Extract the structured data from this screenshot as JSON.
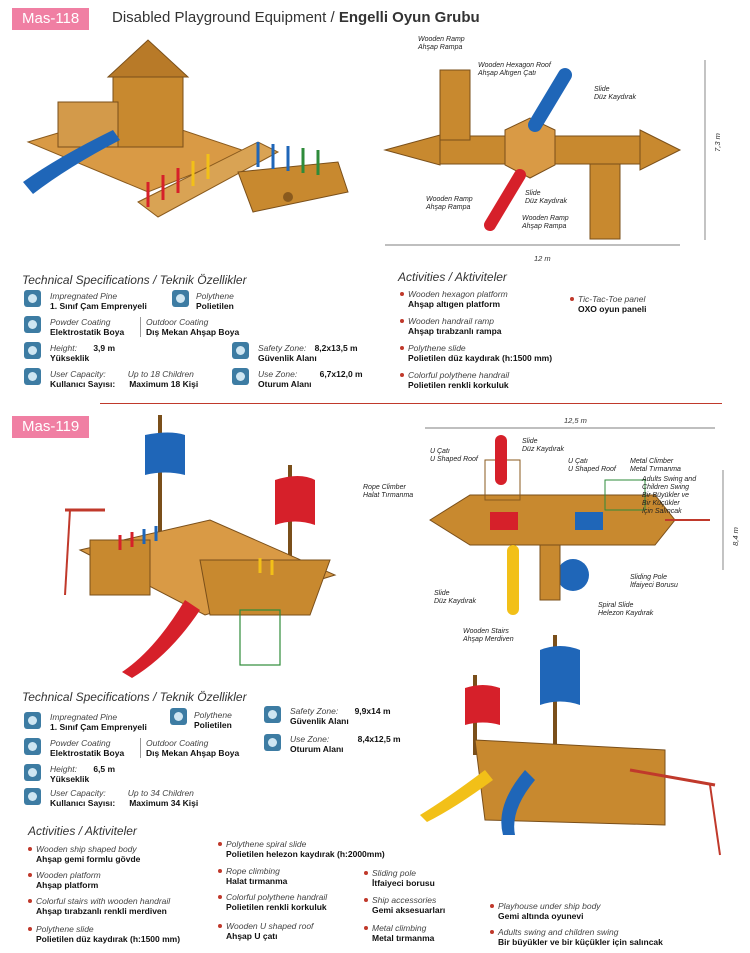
{
  "m118": {
    "code": "Mas-118",
    "title_en": "Disabled Playground Equipment",
    "title_sep": " / ",
    "title_tr": "Engelli Oyun Grubu",
    "tech_en": "Technical Specifications",
    "tech_sep": " / ",
    "tech_tr": "Teknik Özellikler",
    "specs": {
      "pine_en": "Impregnated Pine",
      "pine_tr": "1. Sınıf Çam Emprenyeli",
      "poly_en": "Polythene",
      "poly_tr": "Polietilen",
      "powder_en": "Powder Coating",
      "powder_tr": "Elektrostatik Boya",
      "outdoor_en": "Outdoor Coating",
      "outdoor_tr": "Dış Mekan Ahşap Boya",
      "height_en": "Height:",
      "height_tr": "Yükseklik",
      "height_val": "3,9 m",
      "capacity_en": "User Capacity:",
      "capacity_tr": "Kullanıcı Sayısı:",
      "capacity_val_en": "Up to 18 Children",
      "capacity_val_tr": "Maximum 18 Kişi",
      "safety_en": "Safety Zone:",
      "safety_tr": "Güvenlik Alanı",
      "safety_val": "8,2x13,5 m",
      "use_en": "Use Zone:",
      "use_tr": "Oturum Alanı",
      "use_val": "6,7x12,0 m"
    },
    "act_en": "Activities",
    "act_sep": " / ",
    "act_tr": "Aktiviteler",
    "activities": [
      {
        "en": "Wooden hexagon platform",
        "tr": "Ahşap altıgen platform"
      },
      {
        "en": "Wooden handrail ramp",
        "tr": "Ahşap tırabzanlı rampa"
      },
      {
        "en": "Polythene slide",
        "tr": "Polietilen düz kaydırak (h:1500 mm)"
      },
      {
        "en": "Colorful polythene handrail",
        "tr": "Polietilen renkli korkuluk"
      },
      {
        "en": "Tic-Tac-Toe panel",
        "tr": "OXO oyun paneli"
      }
    ],
    "plan_labels": {
      "ramp_top_en": "Wooden Ramp",
      "ramp_top_tr": "Ahşap Rampa",
      "roof_en": "Wooden Hexagon Roof",
      "roof_tr": "Ahşap Altıgen Çatı",
      "slide_top_en": "Slide",
      "slide_top_tr": "Düz Kaydırak",
      "ramp_left_en": "Wooden Ramp",
      "ramp_left_tr": "Ahşap Rampa",
      "slide_mid_en": "Slide",
      "slide_mid_tr": "Düz Kaydırak",
      "ramp_bottom_en": "Wooden Ramp",
      "ramp_bottom_tr": "Ahşap Rampa",
      "dim_h": "12 m",
      "dim_v": "7,3 m"
    }
  },
  "m119": {
    "code": "Mas-119",
    "tech_en": "Technical Specifications",
    "tech_sep": " / ",
    "tech_tr": "Teknik Özellikler",
    "specs": {
      "pine_en": "Impregnated Pine",
      "pine_tr": "1. Sınıf Çam Emprenyeli",
      "poly_en": "Polythene",
      "poly_tr": "Polietilen",
      "powder_en": "Powder Coating",
      "powder_tr": "Elektrostatik Boya",
      "outdoor_en": "Outdoor Coating",
      "outdoor_tr": "Dış Mekan Ahşap Boya",
      "height_en": "Height:",
      "height_tr": "Yükseklik",
      "height_val": "6,5 m",
      "capacity_en": "User Capacity:",
      "capacity_tr": "Kullanıcı Sayısı:",
      "capacity_val_en": "Up to 34 Children",
      "capacity_val_tr": "Maximum 34 Kişi",
      "safety_en": "Safety Zone:",
      "safety_tr": "Güvenlik Alanı",
      "safety_val": "9,9x14 m",
      "use_en": "Use Zone:",
      "use_tr": "Oturum Alanı",
      "use_val": "8,4x12,5 m"
    },
    "act_en": "Activities",
    "act_sep": " / ",
    "act_tr": "Aktiviteler",
    "activities": [
      {
        "en": "Wooden ship shaped body",
        "tr": "Ahşap gemi formlu gövde"
      },
      {
        "en": "Wooden platform",
        "tr": "Ahşap platform"
      },
      {
        "en": "Colorful stairs with wooden handrail",
        "tr": "Ahşap tırabzanlı renkli merdiven"
      },
      {
        "en": "Polythene slide",
        "tr": "Polietilen düz kaydırak (h:1500 mm)"
      },
      {
        "en": "Polythene spiral slide",
        "tr": "Polietilen helezon kaydırak (h:2000mm)"
      },
      {
        "en": "Rope climbing",
        "tr": "Halat tırmanma"
      },
      {
        "en": "Colorful polythene handrail",
        "tr": "Polietilen renkli korkuluk"
      },
      {
        "en": "Wooden U shaped roof",
        "tr": "Ahşap U çatı"
      },
      {
        "en": "Sliding pole",
        "tr": "İtfaiyeci borusu"
      },
      {
        "en": "Ship accessories",
        "tr": "Gemi aksesuarları"
      },
      {
        "en": "Metal climbing",
        "tr": "Metal tırmanma"
      },
      {
        "en": "Playhouse under ship body",
        "tr": "Gemi altında oyunevi"
      },
      {
        "en": "Adults swing and  children swing",
        "tr": "Bir büyükler ve bir küçükler için salıncak"
      }
    ],
    "plan_labels": {
      "u_roof_left_en": "U Çatı",
      "u_roof_left_tr": "U Shaped Roof",
      "slide_top_en": "Slide",
      "slide_top_tr": "Düz Kaydırak",
      "u_roof_right_en": "U Çatı",
      "u_roof_right_tr": "U Shaped Roof",
      "metal_en": "Metal Climber",
      "metal_tr": "Metal Tırmanma",
      "rope_en": "Rope Climber",
      "rope_tr": "Halat Tırmanma",
      "swing_1": "Adults Swing and",
      "swing_2": "Children Swing",
      "swing_3": "Bir Büyükler ve",
      "swing_4": "Bir Küçükler",
      "swing_5": "İçin Salıncak",
      "pole_en": "Sliding Pole",
      "pole_tr": "İtfaiyeci Borusu",
      "spiral_en": "Spiral Slide",
      "spiral_tr": "Helezon Kaydırak",
      "slide_bottom_en": "Slide",
      "slide_bottom_tr": "Düz Kaydırak",
      "stairs_en": "Wooden Stairs",
      "stairs_tr": "Ahşap Merdiven",
      "dim_h": "12,5 m",
      "dim_v": "8,4 m"
    }
  },
  "colors": {
    "badge": "#f07fa3",
    "divider": "#c0392b",
    "wood": "#c8892f",
    "slide_blue": "#1f66b8",
    "slide_red": "#d6202a",
    "slide_yellow": "#f2c018"
  }
}
